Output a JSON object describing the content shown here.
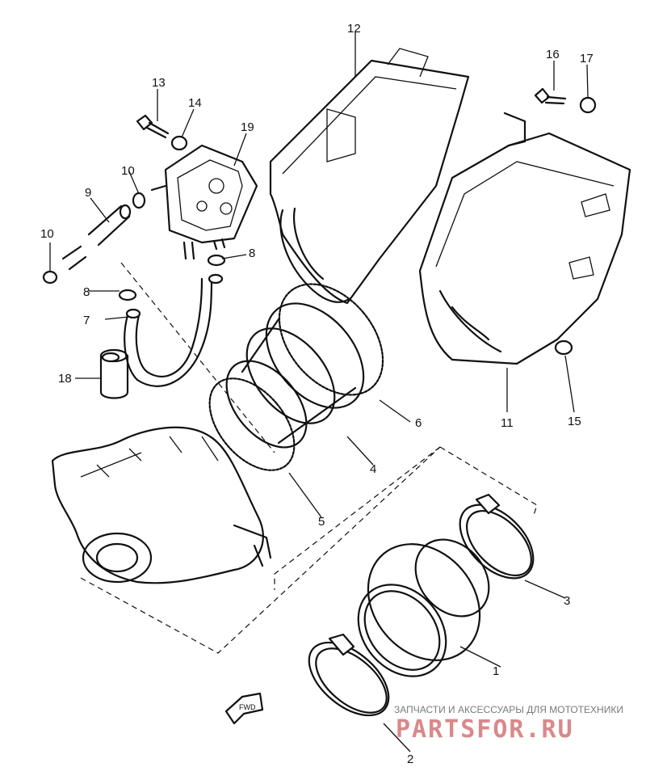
{
  "callouts": [
    {
      "id": "1",
      "text": "1"
    },
    {
      "id": "2",
      "text": "2"
    },
    {
      "id": "3",
      "text": "3"
    },
    {
      "id": "4",
      "text": "4"
    },
    {
      "id": "5",
      "text": "5"
    },
    {
      "id": "6",
      "text": "6"
    },
    {
      "id": "7",
      "text": "7"
    },
    {
      "id": "8a",
      "text": "8"
    },
    {
      "id": "8b",
      "text": "8"
    },
    {
      "id": "9",
      "text": "9"
    },
    {
      "id": "10a",
      "text": "10"
    },
    {
      "id": "10b",
      "text": "10"
    },
    {
      "id": "11",
      "text": "11"
    },
    {
      "id": "12",
      "text": "12"
    },
    {
      "id": "13",
      "text": "13"
    },
    {
      "id": "14",
      "text": "14"
    },
    {
      "id": "15",
      "text": "15"
    },
    {
      "id": "16",
      "text": "16"
    },
    {
      "id": "17",
      "text": "17"
    },
    {
      "id": "18",
      "text": "18"
    },
    {
      "id": "19",
      "text": "19"
    }
  ],
  "front_marker": "FWD",
  "watermark": {
    "tagline": "ЗАПЧАСТИ И АКСЕССУАРЫ ДЛЯ МОТОТЕХНИКИ",
    "logo": "PARTSFOR.RU"
  }
}
